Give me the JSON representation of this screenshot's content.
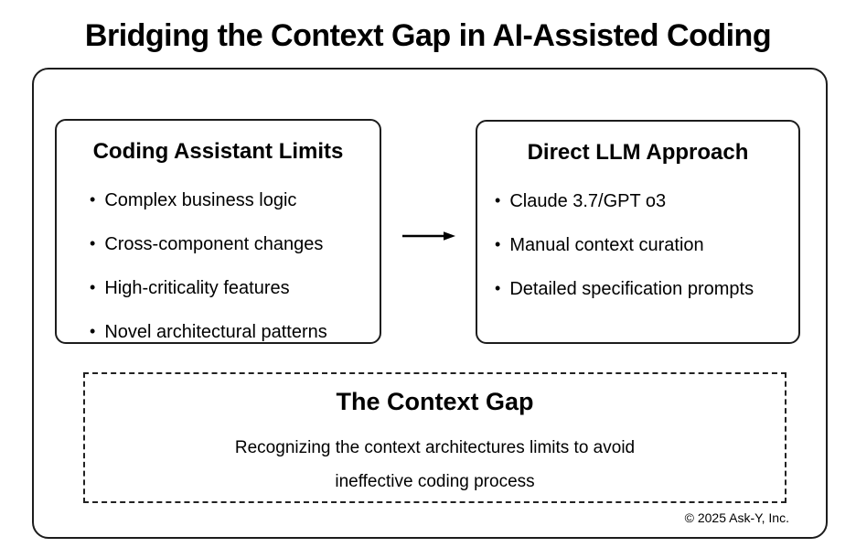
{
  "header": {
    "title": "Bridging the Context Gap in AI-Assisted Coding"
  },
  "left_box": {
    "title": "Coding Assistant Limits",
    "bullets": [
      "Complex business logic",
      "Cross-component changes",
      "High-criticality features",
      "Novel architectural patterns"
    ]
  },
  "right_box": {
    "title": "Direct LLM Approach",
    "bullets": [
      "Claude 3.7/GPT o3",
      "Manual context curation",
      "Detailed specification prompts"
    ]
  },
  "gap_box": {
    "title": "The Context Gap",
    "description_line1": "Recognizing the context architectures limits to avoid",
    "description_line2": "ineffective coding process"
  },
  "footer": {
    "copyright": "© 2025 Ask-Y, Inc."
  },
  "colors": {
    "text": "#000000",
    "border": "#1c1c1c",
    "background": "#ffffff"
  }
}
